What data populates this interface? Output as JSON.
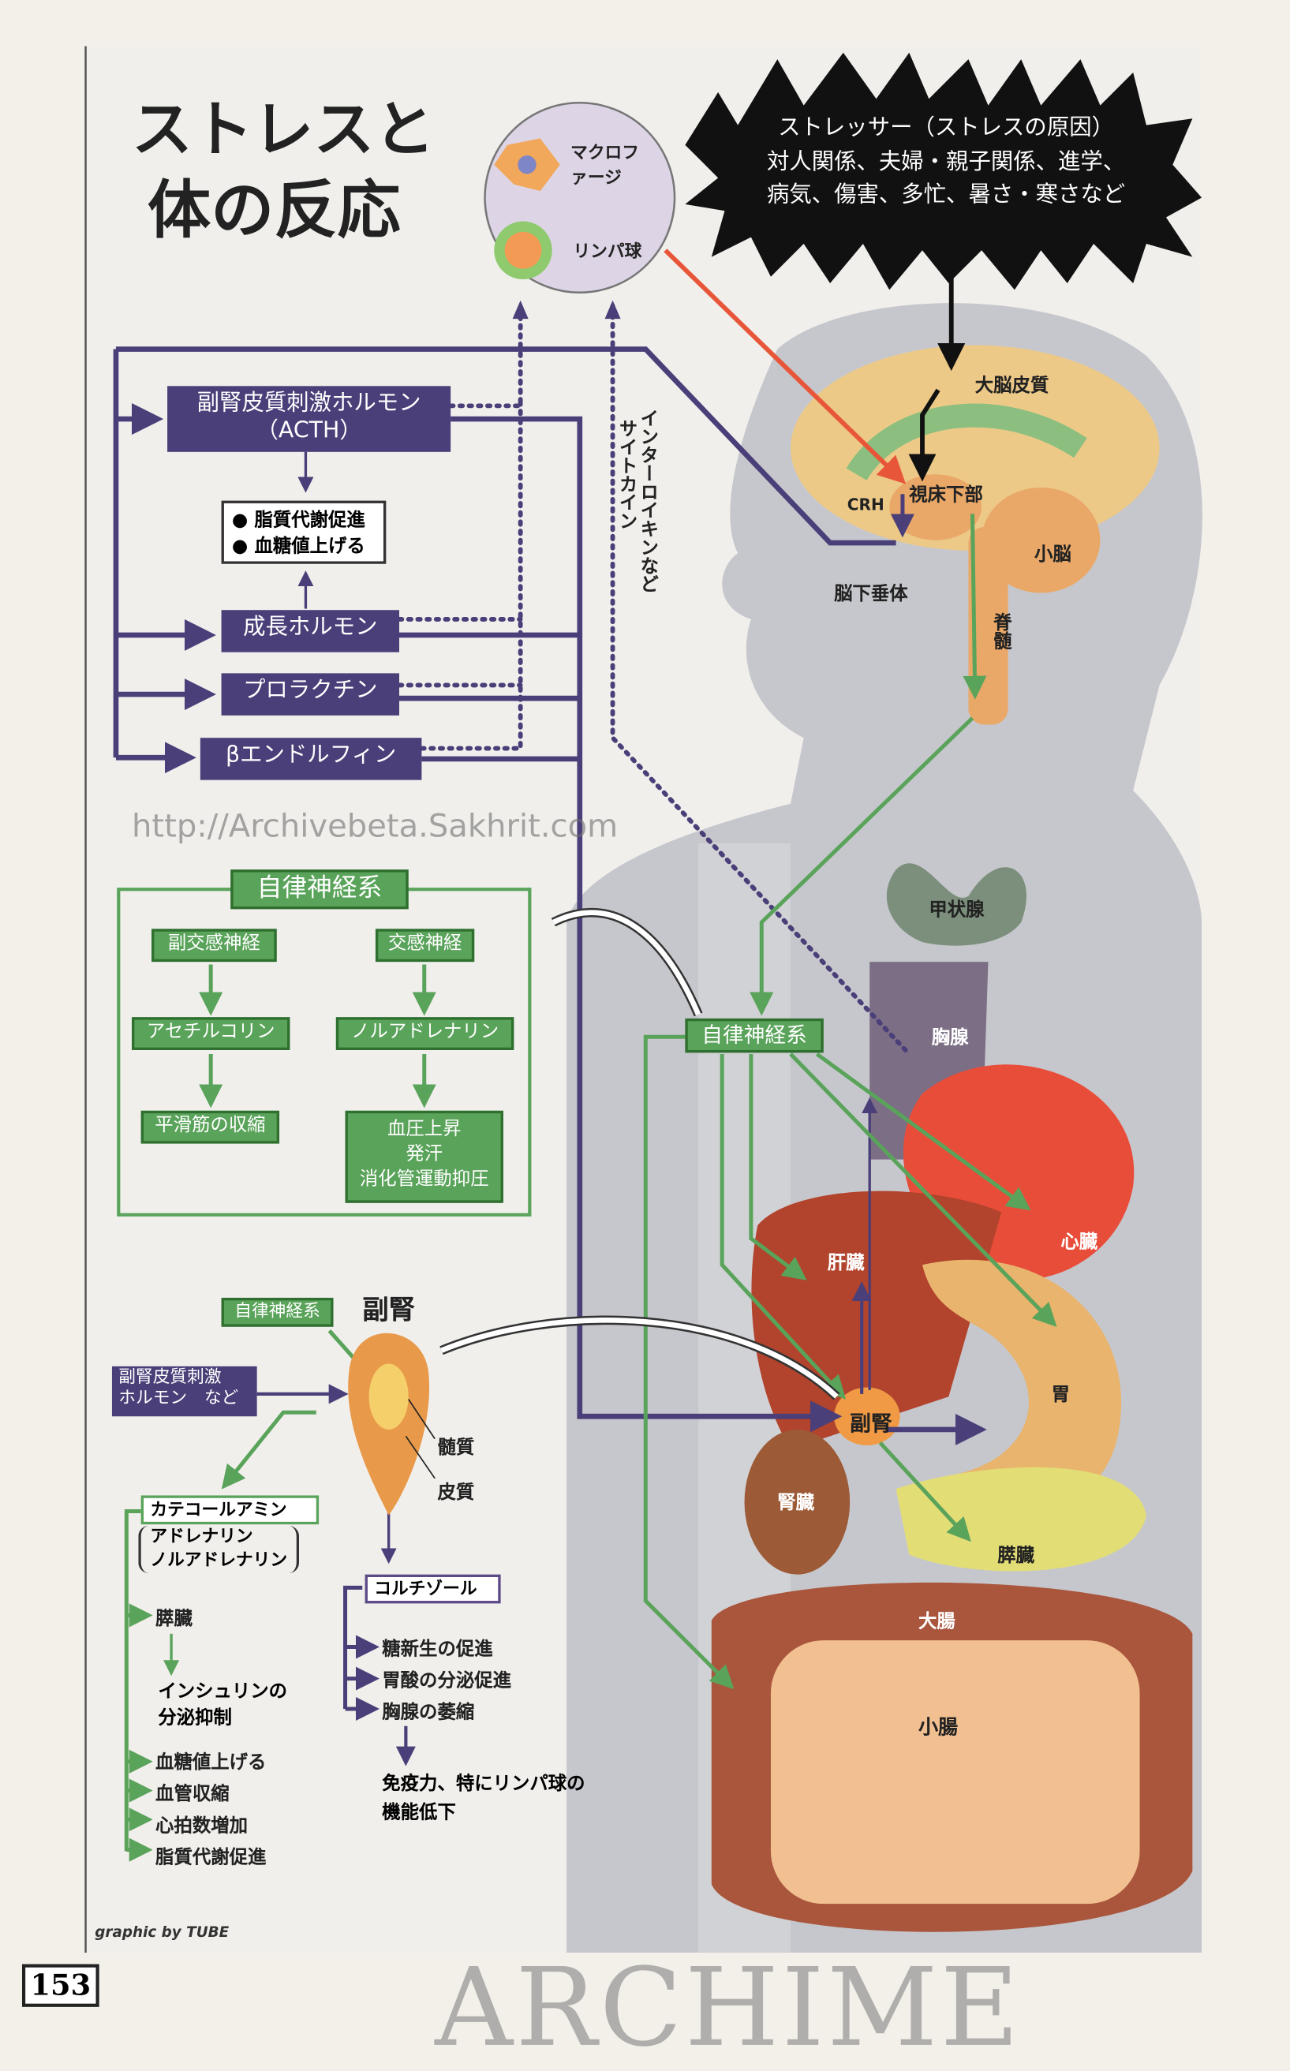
{
  "title": {
    "line1": "ストレスと",
    "line2": "体の反応"
  },
  "stressor": {
    "heading": "ストレッサー（ストレスの原因）",
    "line1": "対人関係、夫婦・親子関係、進学、",
    "line2": "病気、傷害、多忙、暑さ・寒さなど"
  },
  "immune_cells": {
    "macrophage": "マクロファージ",
    "lymphocyte": "リンパ球"
  },
  "cytokine_label": {
    "line1": "インターロイキンなど",
    "line2": "サイトカイン"
  },
  "hormones": {
    "acth_line1": "副腎皮質刺激ホルモン",
    "acth_line2": "（ACTH）",
    "effects": [
      "● 脂質代謝促進",
      "● 血糖値上げる"
    ],
    "growth": "成長ホルモン",
    "prolactin": "プロラクチン",
    "endorphin": "βエンドルフィン"
  },
  "brain": {
    "cortex": "大脳皮質",
    "hypothalamus": "視床下部",
    "crh": "CRH",
    "cerebellum": "小脳",
    "pituitary": "脳下垂体",
    "spinal_cord": "脊髄"
  },
  "autonomic_panel": {
    "title": "自律神経系",
    "parasympathetic": "副交感神経",
    "sympathetic": "交感神経",
    "acetylcholine": "アセチルコリン",
    "noradrenaline": "ノルアドレナリン",
    "smooth_muscle": "平滑筋の収縮",
    "sym_effects": [
      "血圧上昇",
      "発汗",
      "消化管運動抑圧"
    ]
  },
  "organs": {
    "autonomic": "自律神経系",
    "thyroid": "甲状腺",
    "thymus": "胸腺",
    "heart": "心臓",
    "liver": "肝臓",
    "stomach": "胃",
    "adrenal": "副腎",
    "kidney": "腎臓",
    "pancreas": "膵臓",
    "large_intestine": "大腸",
    "small_intestine": "小腸"
  },
  "adrenal_detail": {
    "heading": "副腎",
    "autonomic": "自律神経系",
    "acth_line1": "副腎皮質刺激",
    "acth_line2": "ホルモン　など",
    "medulla": "髄質",
    "cortex": "皮質",
    "catecholamine": "カテコールアミン",
    "catechol_sub1": "アドレナリン",
    "catechol_sub2": "ノルアドレナリン",
    "pancreas": "膵臓",
    "insulin1": "インシュリンの",
    "insulin2": "分泌抑制",
    "catechol_effects": [
      "血糖値上げる",
      "血管収縮",
      "心拍数増加",
      "脂質代謝促進"
    ],
    "cortisol": "コルチゾール",
    "cortisol_effects": [
      "糖新生の促進",
      "胃酸の分泌促進",
      "胸腺の萎縮"
    ],
    "immune1": "免疫力、特にリンパ球の",
    "immune2": "機能低下"
  },
  "credit": "graphic by TUBE",
  "page_number": "153",
  "watermark": {
    "name": "ARCHIME",
    "url": "http://Archivebeta.Sakhrit.com"
  },
  "colors": {
    "purple": "#4a3f78",
    "green": "#5aa35a",
    "red": "#e8563a",
    "burst": "#111111"
  }
}
